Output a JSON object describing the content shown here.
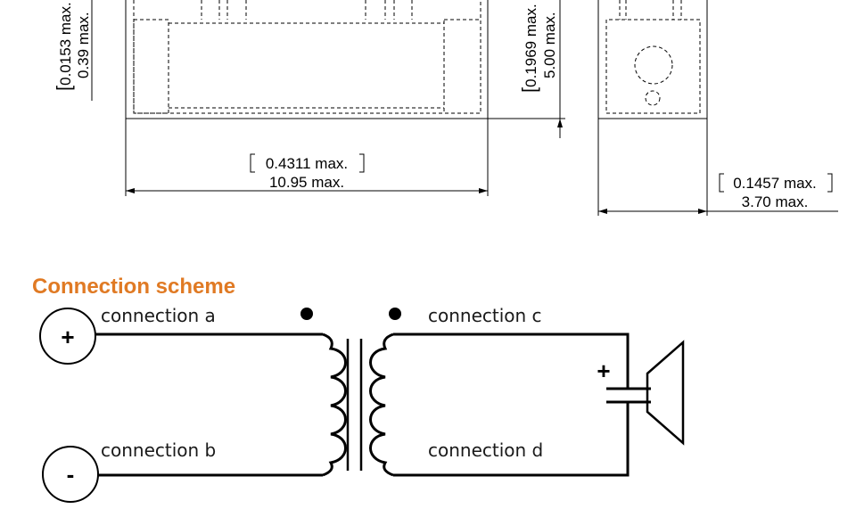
{
  "heading": "Connection scheme",
  "accent_color": "#e07a24",
  "dimensions": {
    "left_vertical": {
      "inch": "0.0153 max.",
      "mm": "0.39 max."
    },
    "middle_vertical": {
      "inch": "0.1969 max.",
      "mm": "5.00 max."
    },
    "length": {
      "inch": "0.4311 max.",
      "mm": "10.95 max."
    },
    "width": {
      "inch": "0.1457 max.",
      "mm": "3.70 max."
    }
  },
  "connections": {
    "a": "connection a",
    "b": "connection b",
    "c": "connection c",
    "d": "connection d"
  },
  "terminals": {
    "positive": "+",
    "negative": "-",
    "capacitor_polarity": "+"
  },
  "icons": {
    "positive_terminal": "plus-circle-icon",
    "negative_terminal": "minus-circle-icon",
    "transformer": "transformer-icon",
    "capacitor": "capacitor-icon",
    "speaker": "speaker-icon"
  }
}
